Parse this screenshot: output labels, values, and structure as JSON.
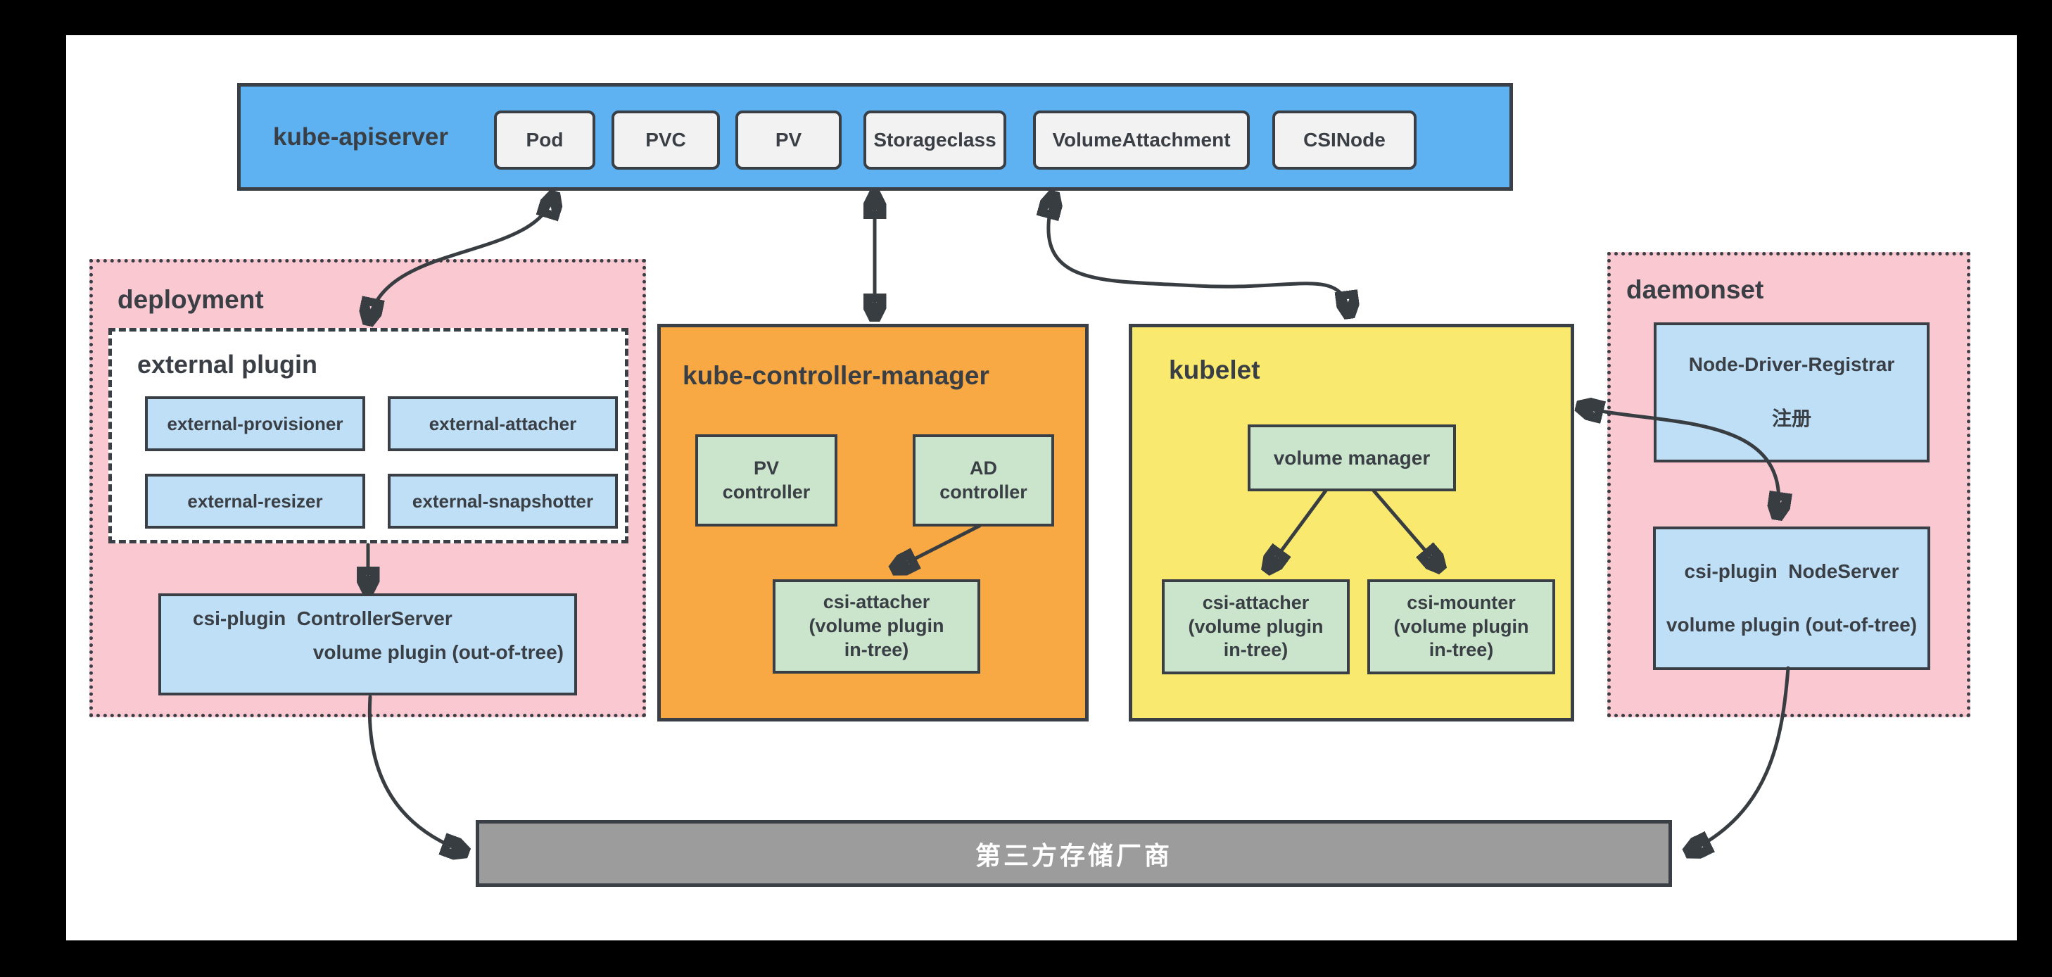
{
  "colors": {
    "ink": "#3a3f45",
    "apiserver_blue": "#5fb2f2",
    "resource_gray": "#f2f2f2",
    "pink": "#f9c8d1",
    "light_blue": "#bedff6",
    "orange": "#f8a943",
    "green": "#cbe5cc",
    "yellow": "#f9e96f",
    "storage_gray": "#9c9c9c",
    "canvas": "#ffffff",
    "frame": "#000000"
  },
  "apiserver": {
    "label": "kube-apiserver",
    "resources": [
      {
        "label": "Pod"
      },
      {
        "label": "PVC"
      },
      {
        "label": "PV"
      },
      {
        "label": "Storageclass"
      },
      {
        "label": "VolumeAttachment"
      },
      {
        "label": "CSINode"
      }
    ]
  },
  "deployment": {
    "label": "deployment",
    "external_plugin": {
      "label": "external plugin",
      "items": [
        {
          "label": "external-provisioner"
        },
        {
          "label": "external-attacher"
        },
        {
          "label": "external-resizer"
        },
        {
          "label": "external-snapshotter"
        }
      ]
    },
    "controller_server": {
      "title": "csi-plugin  ControllerServer",
      "subtitle": "volume plugin (out-of-tree)"
    }
  },
  "controller_manager": {
    "label": "kube-controller-manager",
    "pv_controller": "PV\ncontroller",
    "ad_controller": "AD\ncontroller",
    "csi_attacher": "csi-attacher\n(volume plugin\nin-tree)"
  },
  "kubelet": {
    "label": "kubelet",
    "volume_manager": "volume manager",
    "csi_attacher": "csi-attacher\n(volume plugin\nin-tree)",
    "csi_mounter": "csi-mounter\n(volume plugin\nin-tree)"
  },
  "daemonset": {
    "label": "daemonset",
    "registrar": {
      "title": "Node-Driver-Registrar",
      "subtitle": "注册"
    },
    "node_server": {
      "title": "csi-plugin  NodeServer",
      "subtitle": "volume plugin (out-of-tree)"
    }
  },
  "storage": {
    "label": "第三方存储厂商"
  }
}
